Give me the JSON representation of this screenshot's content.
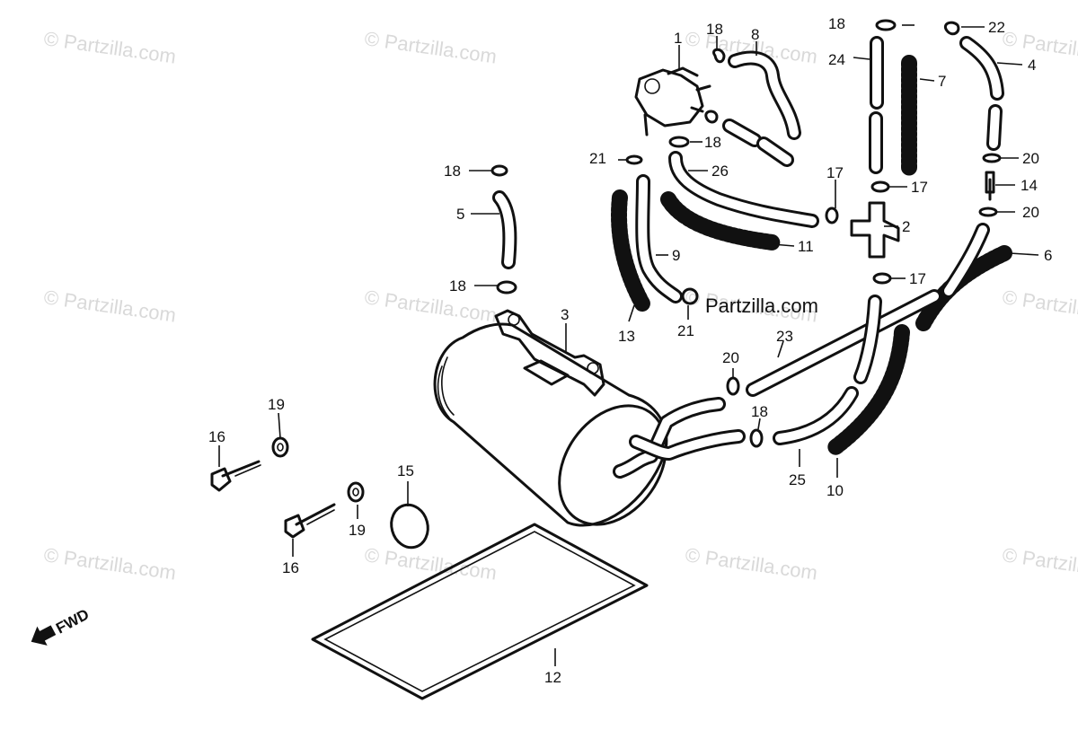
{
  "watermarks": [
    "© Partzilla.com",
    "© Partzilla.com",
    "© Partzilla.com",
    "© Partzilla.com",
    "© Partzilla.com",
    "© Partzilla.com",
    "© Partzilla.com",
    "© Partzilla.com",
    "© Partzilla.com",
    "© Partzilla.com",
    "© Partzilla.com",
    "© Partzilla.com"
  ],
  "brand_mark": "Partzilla.com",
  "direction_label": "FWD",
  "callouts": [
    "1",
    "18",
    "8",
    "18",
    "24",
    "7",
    "22",
    "4",
    "21",
    "18",
    "26",
    "18",
    "5",
    "17",
    "20",
    "17",
    "14",
    "20",
    "2",
    "11",
    "9",
    "6",
    "18",
    "17",
    "13",
    "21",
    "3",
    "23",
    "20",
    "18",
    "19",
    "16",
    "15",
    "25",
    "10",
    "19",
    "16",
    "12"
  ]
}
